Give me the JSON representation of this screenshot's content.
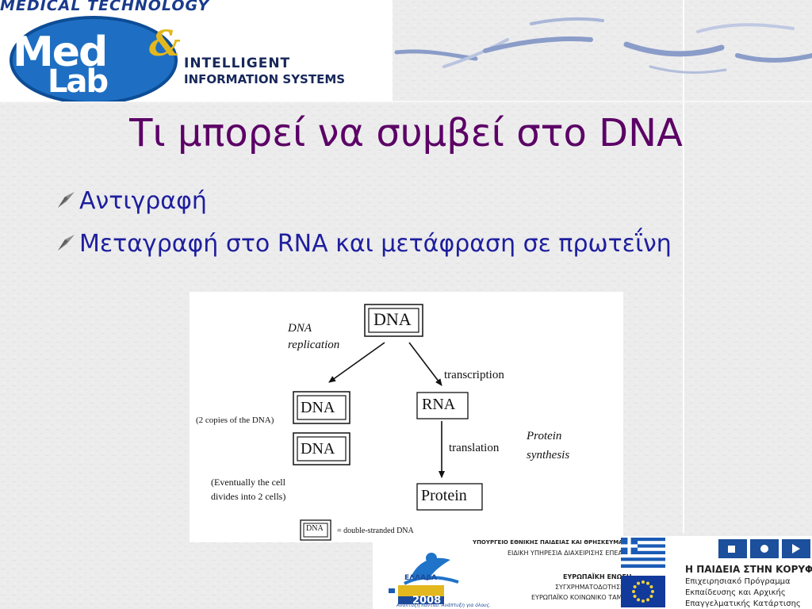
{
  "logo": {
    "top_text": "MEDICAL TECHNOLOGY",
    "med": "Med",
    "lab": "Lab",
    "amp": "&",
    "line1": "INTELLIGENT",
    "line2": "INFORMATION SYSTEMS"
  },
  "slide": {
    "title": "Τι μπορεί να συμβεί στο DNA",
    "bullets": [
      "Αντιγραφή",
      "Μεταγραφή στο RNA και μετάφραση σε πρωτεΐνη"
    ]
  },
  "diagram": {
    "nodes": {
      "dna_top": "DNA",
      "dna_copy1": "DNA",
      "dna_copy2": "DNA",
      "rna": "RNA",
      "protein": "Protein",
      "legend_box": "DNA"
    },
    "labels": {
      "dna_replication_1": "DNA",
      "dna_replication_2": "replication",
      "transcription": "transcription",
      "translation": "translation",
      "protein_synthesis_1": "Protein",
      "protein_synthesis_2": "synthesis",
      "two_copies": "(2 copies of the DNA)",
      "eventually_1": "(Eventually the cell",
      "eventually_2": "divides into 2 cells)",
      "legend_text": "= double-stranded DNA"
    }
  },
  "footer": {
    "ministry": "ΥΠΟΥΡΓΕΙΟ ΕΘΝΙΚΗΣ ΠΑΙΔΕΙΑΣ ΚΑΙ ΘΡΗΣΚΕΥΜΑΤΩΝ",
    "special_service": "ΕΙΔΙΚΗ ΥΠΗΡΕΣΙΑ ΔΙΑΧΕΙΡΙΣΗΣ ΕΠΕΑΕΚ",
    "eu": "ΕΥΡΩΠΑΪΚΗ ΕΝΩΣΗ",
    "cofund": "ΣΥΓΧΡΗΜΑΤΟΔΟΤΗΣΗ",
    "esf": "ΕΥΡΩΠΑΪΚΟ ΚΟΙΝΩΝΙΚΟ ΤΑΜΕΙΟ",
    "greece": "ΕΛΛΑΔΑ",
    "year": "2008",
    "slogan": "Ανάπτυξη παντού. Ανάπτυξη για όλους.",
    "program_title": "Η ΠΑΙΔΕΙΑ ΣΤΗΝ ΚΟΡΥΦΗ",
    "program_1": "Επιχειρησιακό Πρόγραμμα",
    "program_2": "Εκπαίδευσης και Αρχικής",
    "program_3": "Επαγγελματικής Κατάρτισης"
  },
  "colors": {
    "title": "#5c0066",
    "bullet_text": "#1e1e9e",
    "background": "#eeeeef",
    "logo_blue": "#1e6fc3",
    "logo_gold": "#e3b71e",
    "flag_blue": "#1a5bb5",
    "eu_blue": "#123a9a",
    "eu_star": "#f2d23b"
  }
}
